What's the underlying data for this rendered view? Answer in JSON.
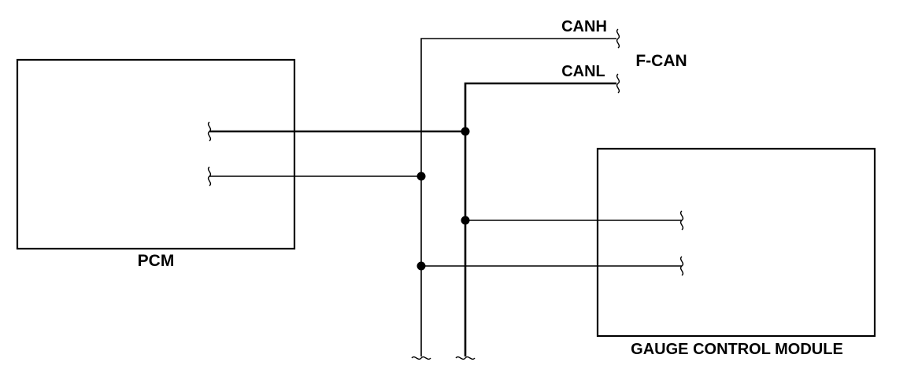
{
  "diagram": {
    "labels": {
      "pcm": "PCM",
      "gauge": "GAUGE CONTROL MODULE",
      "canh": "CANH",
      "canl": "CANL",
      "bus": "F-CAN"
    },
    "colors": {
      "line": "#000000",
      "background": "#ffffff"
    }
  }
}
